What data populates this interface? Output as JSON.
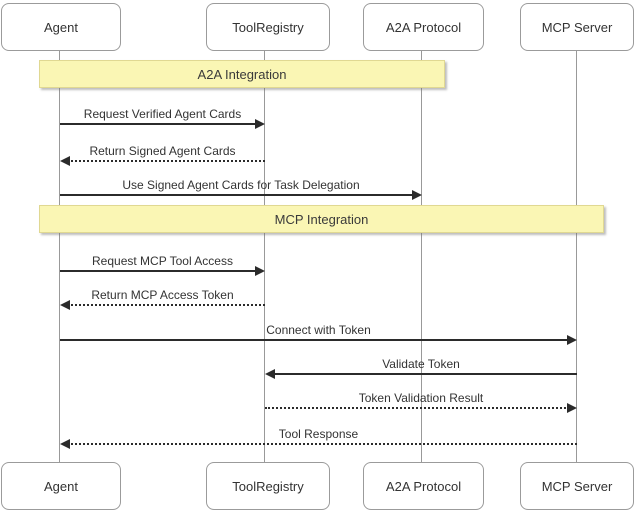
{
  "diagram": {
    "type": "uml-sequence-diagram",
    "actors": [
      {
        "name": "Agent"
      },
      {
        "name": "ToolRegistry"
      },
      {
        "name": "A2A Protocol"
      },
      {
        "name": "MCP Server"
      }
    ],
    "sections": [
      {
        "label": "A2A Integration",
        "from": "Agent",
        "to": "A2A Protocol"
      },
      {
        "label": "MCP Integration",
        "from": "Agent",
        "to": "MCP Server"
      }
    ],
    "messages": [
      {
        "label": "Request Verified Agent Cards",
        "from": "Agent",
        "to": "ToolRegistry",
        "line": "solid"
      },
      {
        "label": "Return Signed Agent Cards",
        "from": "ToolRegistry",
        "to": "Agent",
        "line": "dashed"
      },
      {
        "label": "Use Signed Agent Cards for Task Delegation",
        "from": "Agent",
        "to": "A2A Protocol",
        "line": "solid"
      },
      {
        "label": "Request MCP Tool Access",
        "from": "Agent",
        "to": "ToolRegistry",
        "line": "solid"
      },
      {
        "label": "Return MCP Access Token",
        "from": "ToolRegistry",
        "to": "Agent",
        "line": "dashed"
      },
      {
        "label": "Connect with Token",
        "from": "Agent",
        "to": "MCP Server",
        "line": "solid"
      },
      {
        "label": "Validate Token",
        "from": "MCP Server",
        "to": "ToolRegistry",
        "line": "solid"
      },
      {
        "label": "Token Validation Result",
        "from": "ToolRegistry",
        "to": "MCP Server",
        "line": "dashed"
      },
      {
        "label": "Tool Response",
        "from": "MCP Server",
        "to": "Agent",
        "line": "dashed"
      }
    ],
    "colors": {
      "background": "#ffffff",
      "section_fill": "#faf6b4",
      "section_border": "#e0d892",
      "actor_border": "#9b9b9b",
      "lifeline": "#999999",
      "arrow": "#2b2b2b",
      "text": "#333333"
    }
  }
}
